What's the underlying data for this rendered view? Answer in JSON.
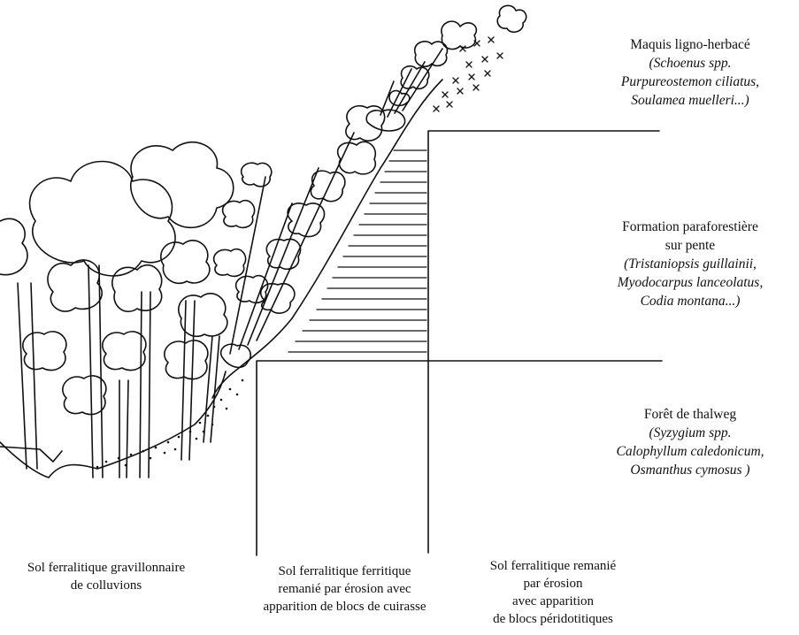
{
  "vegetation_zones": [
    {
      "name": "Maquis ligno-herbacé",
      "species": [
        "(Schoenus spp.",
        "Purpureostemon ciliatus,",
        "Soulamea muelleri...)"
      ]
    },
    {
      "name_lines": [
        "Formation paraforestière",
        "sur pente"
      ],
      "species": [
        "(Tristaniopsis guillainii,",
        "Myodocarpus lanceolatus,",
        "Codia montana...)"
      ]
    },
    {
      "name": "Forêt de thalweg",
      "species": [
        "(Syzygium spp.",
        "Calophyllum caledonicum,",
        "Osmanthus cymosus )"
      ]
    }
  ],
  "soil_types": [
    {
      "lines": [
        "Sol ferralitique gravillonnaire",
        "de colluvions"
      ]
    },
    {
      "lines": [
        "Sol ferralitique ferritique",
        "remanié par érosion avec",
        "apparition de blocs de cuirasse"
      ]
    },
    {
      "lines": [
        "Sol ferralitique remanié",
        "par érosion",
        "avec apparition",
        "de blocs péridotitiques"
      ]
    }
  ]
}
